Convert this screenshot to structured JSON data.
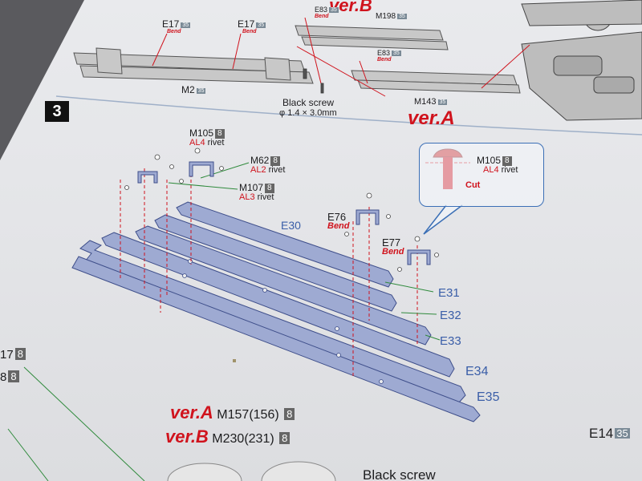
{
  "top": {
    "verb_label": "ver.B",
    "vera_label": "ver.A",
    "e17_a": {
      "code": "E17",
      "box": "35",
      "bend": "Bend"
    },
    "e17_b": {
      "code": "E17",
      "box": "35",
      "bend": "Bend"
    },
    "e83_a": {
      "code": "E83",
      "box": "35",
      "bend": "Bend"
    },
    "e83_b": {
      "code": "E83",
      "box": "35",
      "bend": "Bend"
    },
    "m198": {
      "code": "M198",
      "box": "35"
    },
    "m2": {
      "code": "M2",
      "box": "35"
    },
    "m143": {
      "code": "M143",
      "box": "35"
    },
    "black_screw": "Black screw",
    "screw_size": "φ 1.4 × 3.0mm"
  },
  "step": {
    "number": "3",
    "m105_top": {
      "code": "M105",
      "box": "8",
      "rivet_al": "AL4",
      "rivet_word": "rivet"
    },
    "m62": {
      "code": "M62",
      "box": "8",
      "rivet_al": "AL2",
      "rivet_word": "rivet"
    },
    "m107": {
      "code": "M107",
      "box": "8",
      "rivet_al": "AL3",
      "rivet_word": "rivet"
    },
    "callout": {
      "code": "M105",
      "box": "8",
      "rivet_al": "AL4",
      "rivet_word": "rivet",
      "cut": "Cut"
    },
    "e76": {
      "code": "E76",
      "bend": "Bend"
    },
    "e77": {
      "code": "E77",
      "bend": "Bend"
    },
    "strips": [
      "E30",
      "E31",
      "E32",
      "E33",
      "E34",
      "E35"
    ]
  },
  "bottom": {
    "vera": {
      "ver": "ver.A",
      "code": "M157",
      "paren": "(156)",
      "box": "8"
    },
    "verb": {
      "ver": "ver.B",
      "code": "M230",
      "paren": "(231)",
      "box": "8"
    },
    "left_a": {
      "code": "17",
      "box": "8"
    },
    "left_b": {
      "code": "8",
      "box": "8"
    },
    "e14": {
      "code": "E14",
      "box": "35"
    },
    "black_screw_partial": "Black screw"
  },
  "colors": {
    "strip_fill": "#9eaad2",
    "strip_stroke": "#3e4e8a",
    "accent_red": "#d0131d",
    "accent_blue": "#3a5ea8",
    "leader_green": "#2f8a3c"
  }
}
